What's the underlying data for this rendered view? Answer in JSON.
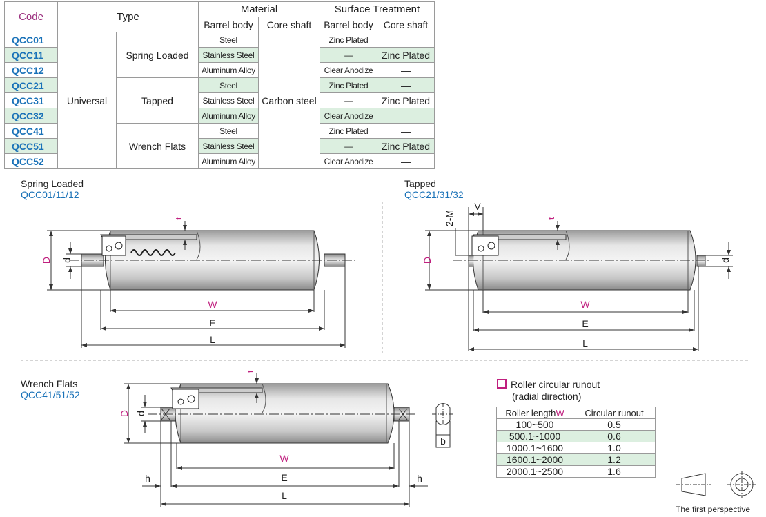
{
  "table": {
    "headers": {
      "code": "Code",
      "type": "Type",
      "material": "Material",
      "surface": "Surface Treatment",
      "barrel_body": "Barrel body",
      "core_shaft": "Core shaft"
    },
    "universal": "Universal",
    "types": [
      "Spring Loaded",
      "Tapped",
      "Wrench Flats"
    ],
    "core_shaft_material": "Carbon steel",
    "rows": [
      {
        "code": "QCC01",
        "barrel": "Steel",
        "barrel_st": "Zinc Plated",
        "shaft_st": "—"
      },
      {
        "code": "QCC11",
        "barrel": "Stainless Steel",
        "barrel_st": "—",
        "shaft_st": "Zinc Plated"
      },
      {
        "code": "QCC12",
        "barrel": "Aluminum Alloy",
        "barrel_st": "Clear Anodize",
        "shaft_st": "—"
      },
      {
        "code": "QCC21",
        "barrel": "Steel",
        "barrel_st": "Zinc Plated",
        "shaft_st": "—"
      },
      {
        "code": "QCC31",
        "barrel": "Stainless Steel",
        "barrel_st": "—",
        "shaft_st": "Zinc Plated"
      },
      {
        "code": "QCC32",
        "barrel": "Aluminum Alloy",
        "barrel_st": "Clear Anodize",
        "shaft_st": "—"
      },
      {
        "code": "QCC41",
        "barrel": "Steel",
        "barrel_st": "Zinc Plated",
        "shaft_st": "—"
      },
      {
        "code": "QCC51",
        "barrel": "Stainless Steel",
        "barrel_st": "—",
        "shaft_st": "Zinc Plated"
      },
      {
        "code": "QCC52",
        "barrel": "Aluminum Alloy",
        "barrel_st": "Clear Anodize",
        "shaft_st": "—"
      }
    ]
  },
  "views": {
    "spring": {
      "title": "Spring Loaded",
      "codes": "QCC01/11/12"
    },
    "tapped": {
      "title": "Tapped",
      "codes": "QCC21/31/32"
    },
    "wrench": {
      "title": "Wrench Flats",
      "codes": "QCC41/51/52"
    }
  },
  "dims": {
    "D": "D",
    "d": "d",
    "W": "W",
    "E": "E",
    "L": "L",
    "t": "t",
    "M": "2-M",
    "V": "V",
    "h": "h",
    "b": "b"
  },
  "runout": {
    "title1": "Roller circular runout",
    "title2": "(radial direction)",
    "header_length": "Roller length",
    "header_W": "W",
    "header_runout": "Circular runout",
    "rows": [
      {
        "length": "100~500",
        "value": "0.5"
      },
      {
        "length": "500.1~1000",
        "value": "0.6"
      },
      {
        "length": "1000.1~1600",
        "value": "1.0"
      },
      {
        "length": "1600.1~2000",
        "value": "1.2"
      },
      {
        "length": "2000.1~2500",
        "value": "1.6"
      }
    ]
  },
  "perspective": "The first perspective",
  "colors": {
    "code_blue": "#1a72b8",
    "header_magenta": "#9b2f7e",
    "stripe_green": "#dcefe0",
    "marker_magenta": "#c0207f"
  }
}
